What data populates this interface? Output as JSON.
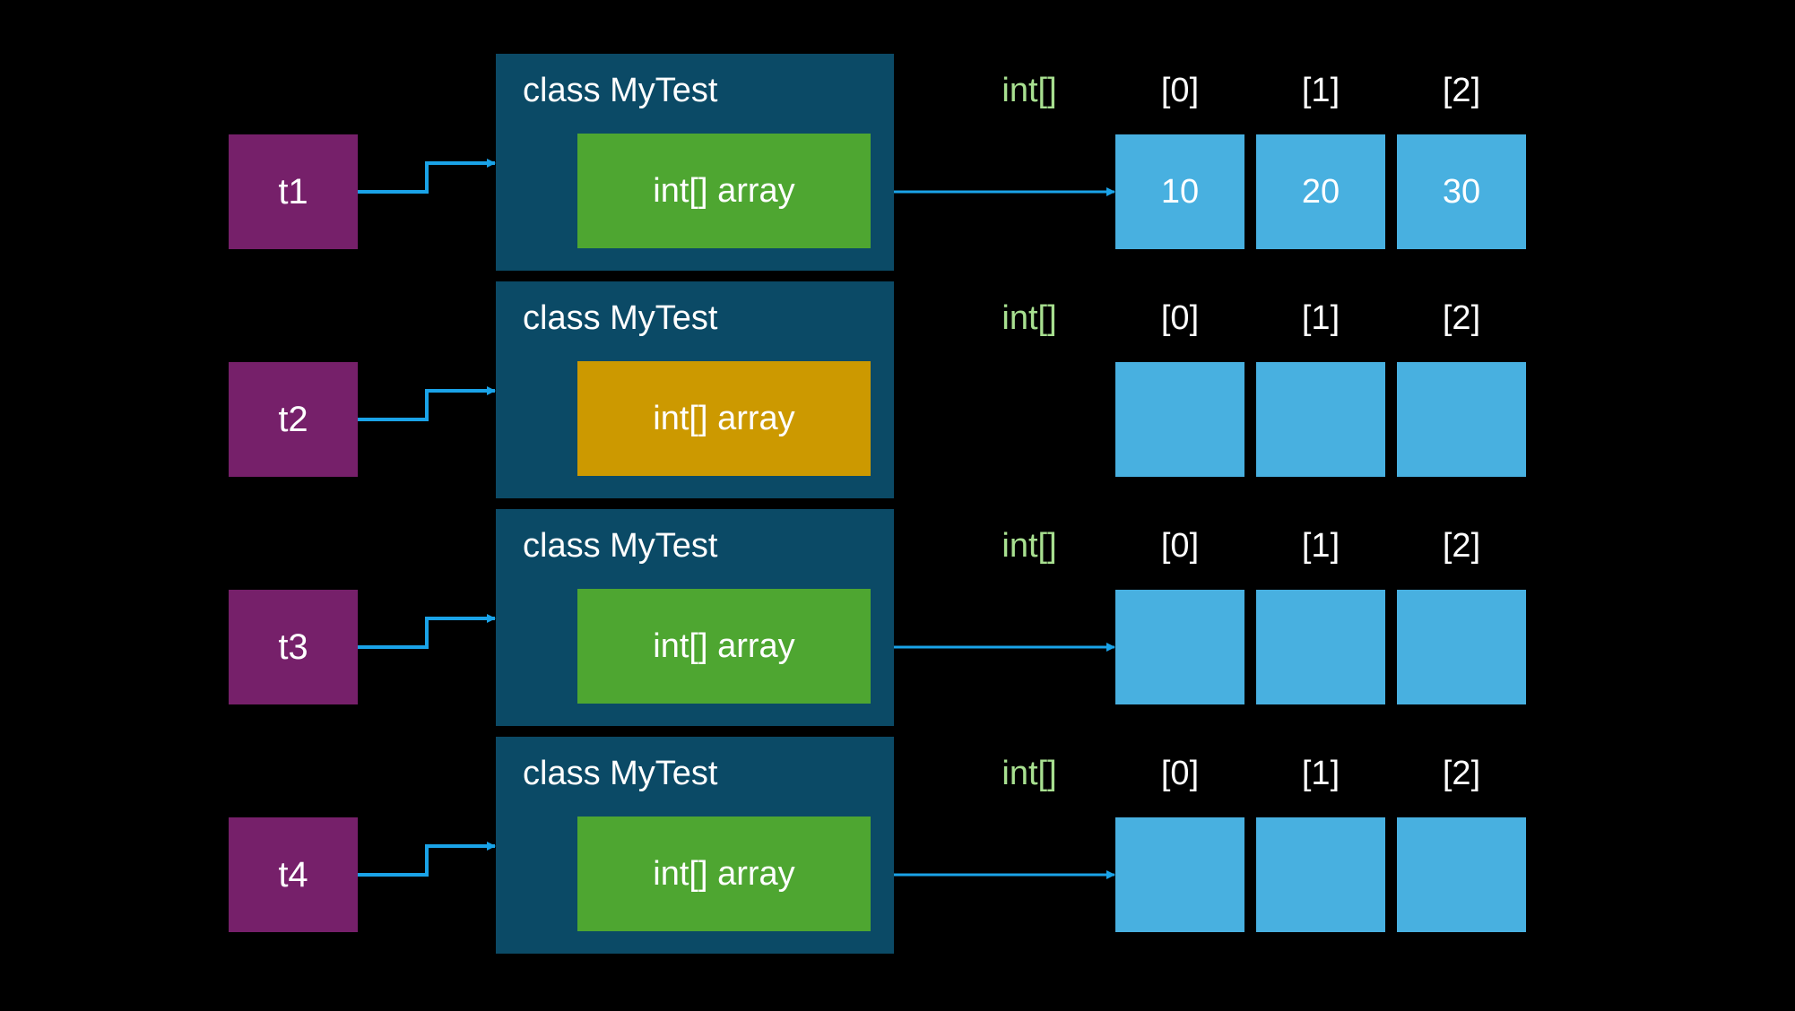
{
  "colors": {
    "background": "#000000",
    "variable_box": "#76206a",
    "class_box": "#0b4a66",
    "field_connected": "#4ea631",
    "field_disconnected": "#cc9900",
    "array_cell": "#48b0e0",
    "type_label": "#a8e090",
    "arrow": "#1aa3e8"
  },
  "rows": [
    {
      "variable": "t1",
      "class_title": "class MyTest",
      "field_label": "int[] array",
      "field_state": "connected",
      "array_type": "int[]",
      "indices": [
        "[0]",
        "[1]",
        "[2]"
      ],
      "cells": [
        "10",
        "20",
        "30"
      ]
    },
    {
      "variable": "t2",
      "class_title": "class MyTest",
      "field_label": "int[] array",
      "field_state": "disconnected",
      "array_type": "int[]",
      "indices": [
        "[0]",
        "[1]",
        "[2]"
      ],
      "cells": [
        "",
        "",
        ""
      ]
    },
    {
      "variable": "t3",
      "class_title": "class MyTest",
      "field_label": "int[] array",
      "field_state": "connected",
      "array_type": "int[]",
      "indices": [
        "[0]",
        "[1]",
        "[2]"
      ],
      "cells": [
        "",
        "",
        ""
      ]
    },
    {
      "variable": "t4",
      "class_title": "class MyTest",
      "field_label": "int[] array",
      "field_state": "connected",
      "array_type": "int[]",
      "indices": [
        "[0]",
        "[1]",
        "[2]"
      ],
      "cells": [
        "",
        "",
        ""
      ]
    }
  ]
}
